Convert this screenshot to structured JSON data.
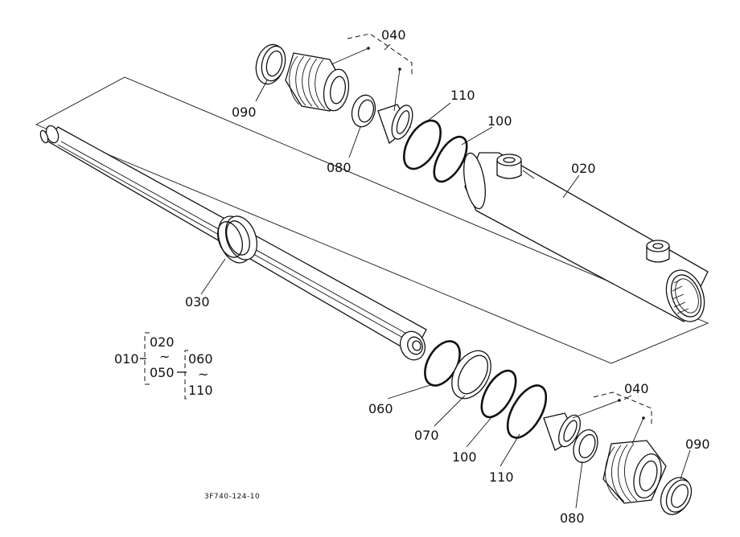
{
  "labels": {
    "p040_top": "040",
    "p110_top": "110",
    "p100_top": "100",
    "p020": "020",
    "p090_top": "090",
    "p080_top": "080",
    "p030": "030",
    "p060": "060",
    "p070": "070",
    "p100_bot": "100",
    "p110_bot": "110",
    "p040_bot": "040",
    "p080_bot": "080",
    "p090_bot": "090"
  },
  "legend": {
    "assembly": "010",
    "upper": "020",
    "tilde": "~",
    "middle": "050",
    "sub_start": "060",
    "sub_end": "110"
  },
  "drawing_code": "3F740-124-10"
}
